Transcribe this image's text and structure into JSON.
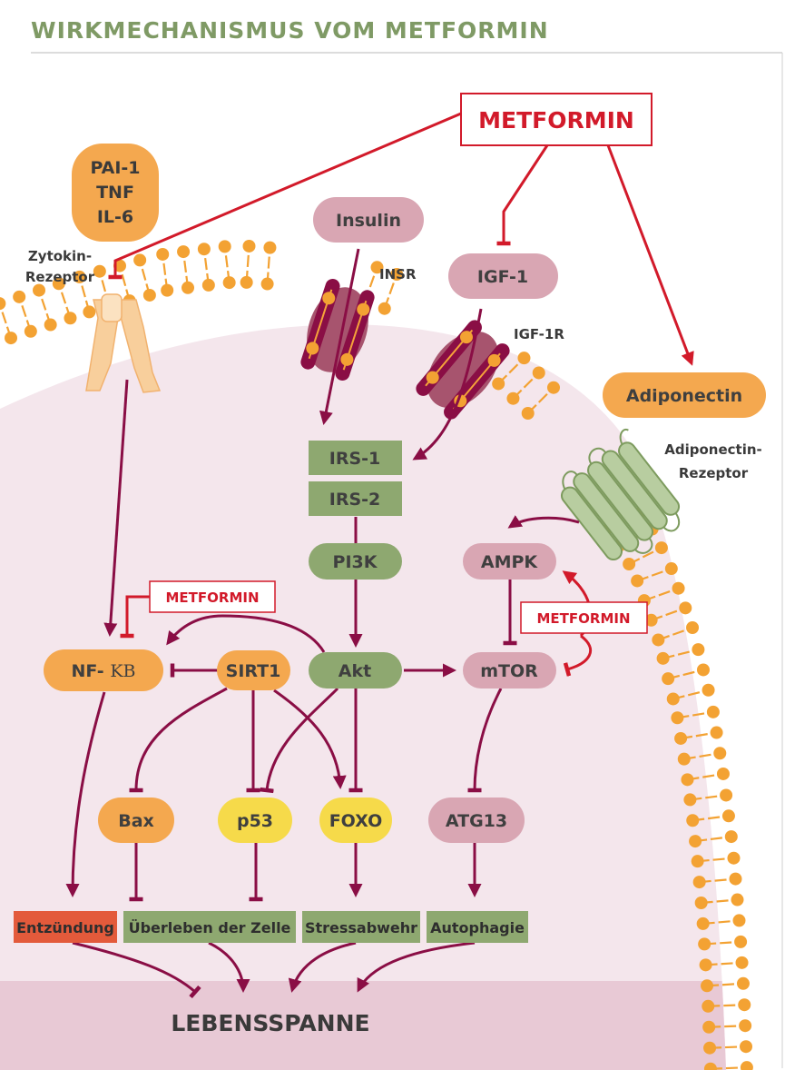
{
  "title": "WIRKMECHANISMUS VOM METFORMIN",
  "colors": {
    "orange": "#f4a84f",
    "pink": "#d9a6b3",
    "green": "#8ea870",
    "yellow": "#f6da4a",
    "red": "#e35a3b",
    "arrow": "#8a0e45",
    "metformin": "#d21a2a",
    "lipid": "#f3a233",
    "cell": "#f4e6ec"
  },
  "metformin": {
    "main": "METFORMIN",
    "nfkb": "METFORMIN",
    "mtor": "METFORMIN"
  },
  "extracellular": {
    "cytokines": [
      "PAI-1",
      "TNF",
      "IL-6"
    ],
    "insulin": "Insulin",
    "igf1": "IGF-1",
    "adiponectin": "Adiponectin"
  },
  "receptors": {
    "cytokine": [
      "Zytokin-",
      "Rezeptor"
    ],
    "insr": "INSR",
    "igf1r": "IGF-1R",
    "adiponectin": [
      "Adiponectin-",
      "Rezeptor"
    ]
  },
  "nodes": {
    "irs1": "IRS-1",
    "irs2": "IRS-2",
    "pi3k": "PI3K",
    "akt": "Akt",
    "ampk": "AMPK",
    "mtor": "mTOR",
    "nfkb_prefix": "NF- ",
    "nfkb_kappa": "KB",
    "sirt1": "SIRT1",
    "bax": "Bax",
    "p53": "p53",
    "foxo": "FOXO",
    "atg13": "ATG13"
  },
  "outcomes": {
    "inflammation": "Entzündung",
    "survival": "Überleben der Zelle",
    "stress": "Stressabwehr",
    "autophagy": "Autophagie"
  },
  "lifespan": "LEBENSSPANNE"
}
